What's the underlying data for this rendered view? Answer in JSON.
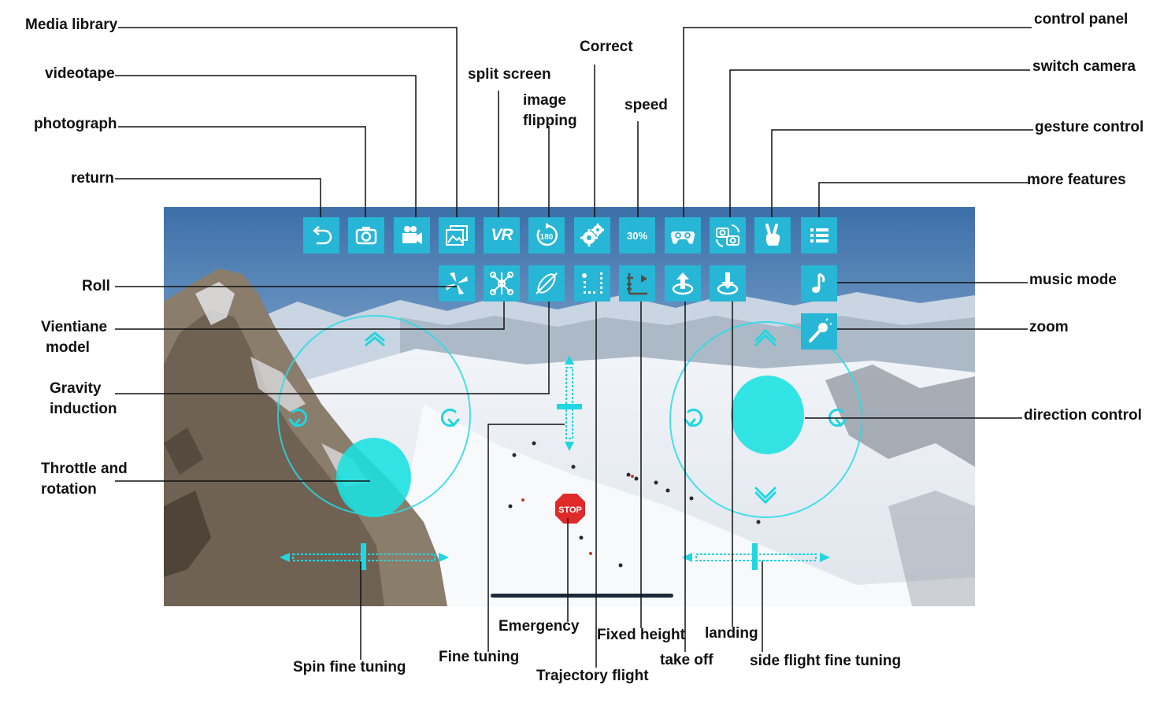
{
  "toolbar_top": [
    {
      "id": "return",
      "icon": "return-arrow-icon"
    },
    {
      "id": "photograph",
      "icon": "camera-icon"
    },
    {
      "id": "videotape",
      "icon": "video-camera-icon"
    },
    {
      "id": "media_library",
      "icon": "gallery-icon"
    },
    {
      "id": "split_screen",
      "icon": "vr-icon",
      "text": "VR"
    },
    {
      "id": "image_flipping",
      "icon": "rotate-180-icon",
      "text": "180"
    },
    {
      "id": "correct",
      "icon": "gear-icon"
    },
    {
      "id": "speed",
      "icon": "speed-icon",
      "text": "30%"
    },
    {
      "id": "control_panel",
      "icon": "gamepad-icon"
    },
    {
      "id": "switch_camera",
      "icon": "switch-camera-icon"
    },
    {
      "id": "gesture_control",
      "icon": "victory-hand-icon"
    },
    {
      "id": "more_features",
      "icon": "list-icon"
    }
  ],
  "toolbar_second": [
    {
      "id": "roll",
      "icon": "roll-propeller-icon"
    },
    {
      "id": "vientiane_model",
      "icon": "vientiane-icon"
    },
    {
      "id": "gravity_induction",
      "icon": "gravity-icon"
    },
    {
      "id": "trajectory_flight",
      "icon": "trajectory-icon"
    },
    {
      "id": "fixed_height",
      "icon": "fixed-height-icon"
    },
    {
      "id": "take_off",
      "icon": "take-off-icon"
    },
    {
      "id": "landing",
      "icon": "landing-icon"
    },
    {
      "id": "music_mode",
      "icon": "music-note-icon"
    },
    {
      "id": "zoom",
      "icon": "microphone-icon"
    }
  ],
  "labels": {
    "media_library": "Media library",
    "videotape": "videotape",
    "photograph": "photograph",
    "return": "return",
    "split_screen": "split screen",
    "image_flipping_1": "image",
    "image_flipping_2": "flipping",
    "correct": "Correct",
    "speed": "speed",
    "control_panel": "control panel",
    "switch_camera": "switch camera",
    "gesture_control": "gesture control",
    "more_features": "more features",
    "roll": "Roll",
    "vientiane_1": "Vientiane",
    "vientiane_2": "model",
    "gravity_1": "Gravity",
    "gravity_2": "induction",
    "throttle_1": "Throttle and",
    "throttle_2": "rotation",
    "music_mode": "music mode",
    "zoom": "zoom",
    "direction_control": "direction control",
    "spin_fine_tuning": "Spin fine tuning",
    "fine_tuning": "Fine tuning",
    "emergency": "Emergency",
    "trajectory_flight": "Trajectory flight",
    "fixed_height": "Fixed height",
    "take_off": "take off",
    "landing": "landing",
    "side_flight_fine_tuning": "side flight fine tuning"
  },
  "button_text": {
    "vr": "VR",
    "flip": "180",
    "speed": "30%",
    "stop": "STOP"
  },
  "colors": {
    "accent": "#27b6d6",
    "joystick": "#19e1e1",
    "sky": "#4a7fb8",
    "snow": "#eef2f6"
  }
}
